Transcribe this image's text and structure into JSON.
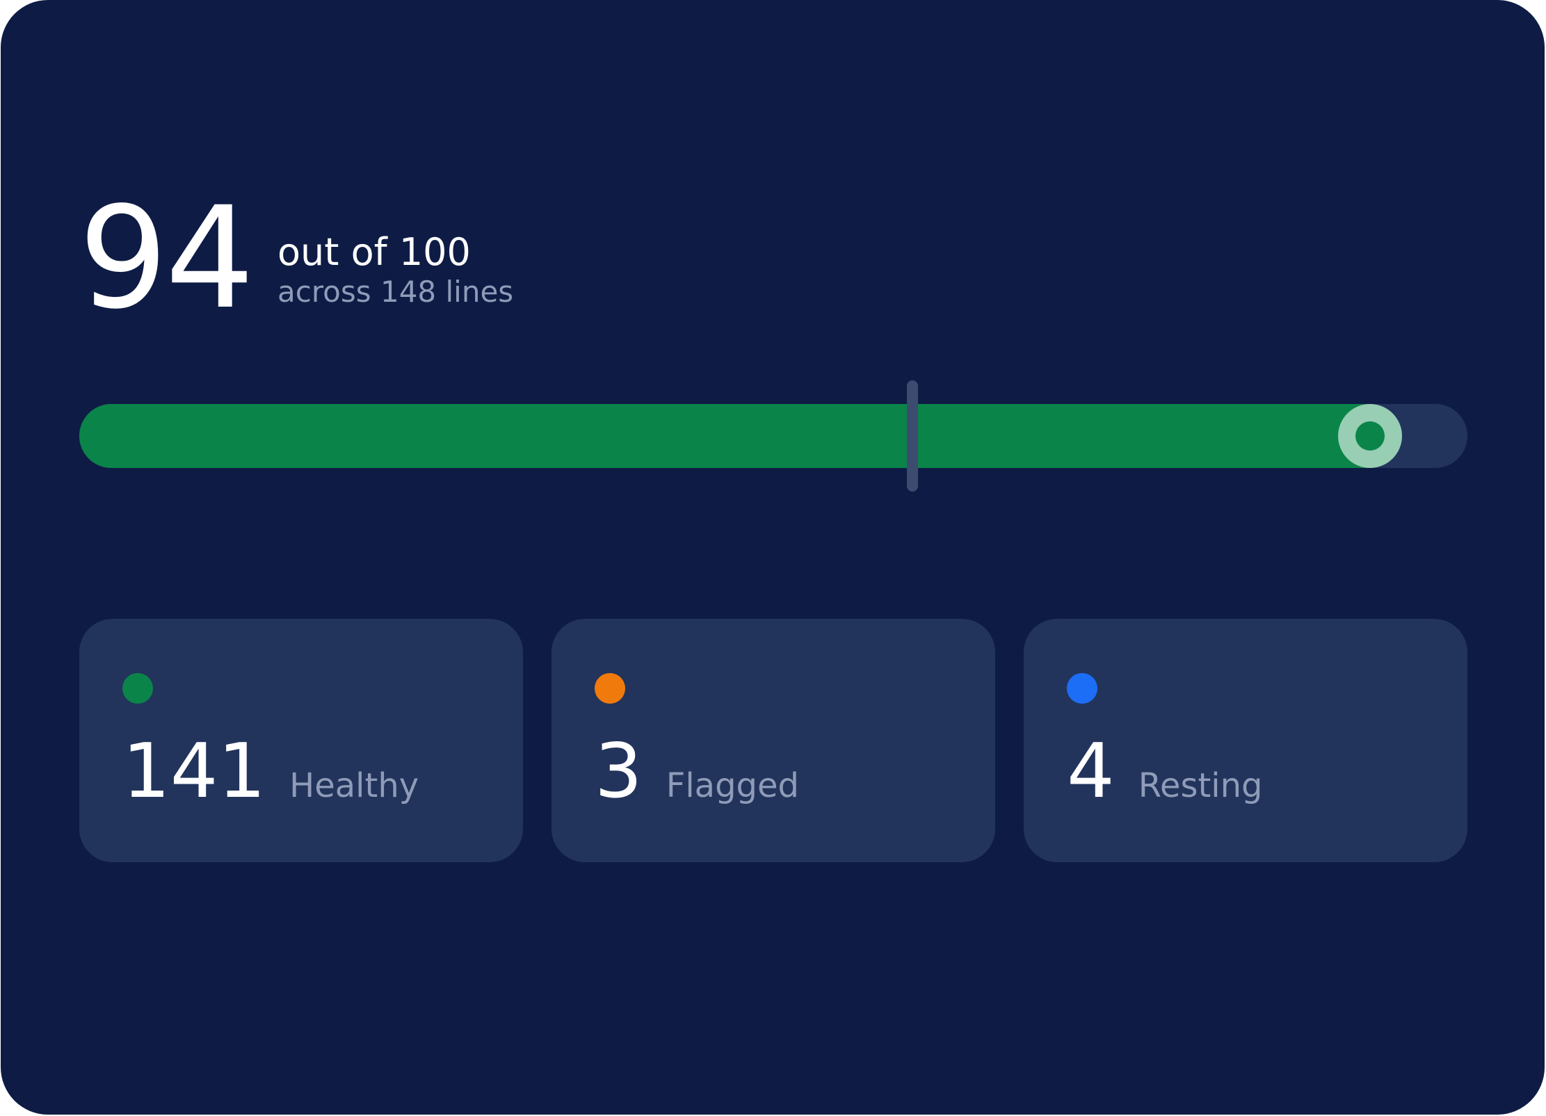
{
  "score": {
    "value": "94",
    "max_label": "out of 100",
    "sub_label": "across 148 lines",
    "fraction": 0.94
  },
  "progress": {
    "value": 94,
    "max": 100,
    "marker_fraction": 0.6,
    "colors": {
      "fill": "#0b8449",
      "track": "#22345b",
      "knob": "#98ceb3",
      "marker": "#3c4c6e"
    }
  },
  "cards": [
    {
      "count": "141",
      "label": "Healthy",
      "dot_color": "#0b8449"
    },
    {
      "count": "3",
      "label": "Flagged",
      "dot_color": "#f07b0c"
    },
    {
      "count": "4",
      "label": "Resting",
      "dot_color": "#1c6ef6"
    }
  ],
  "colors": {
    "background": "#0e1c45",
    "card": "#22345b",
    "text": "#ffffff",
    "muted_text": "#8f9bb8"
  }
}
